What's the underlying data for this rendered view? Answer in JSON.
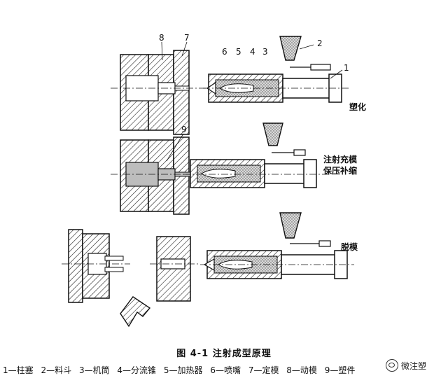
{
  "figure": {
    "part_numbers": [
      "1",
      "2",
      "3",
      "4",
      "5",
      "6",
      "7",
      "8",
      "9"
    ],
    "stage_labels": {
      "plasticizing": "塑化",
      "injection_line1": "注射充模",
      "injection_line2": "保压补缩",
      "ejection": "脱模"
    },
    "caption": "图 4-1    注射成型原理",
    "legend": [
      "1—柱塞",
      "2—料斗",
      "3—机筒",
      "4—分流锥",
      "5—加热器",
      "6—喷嘴",
      "7—定模",
      "8—动模",
      "9—塑件"
    ],
    "watermark": "微注塑"
  },
  "colors": {
    "line": "#111111",
    "hatch": "#222222",
    "shade": "#bdbdbd",
    "background": "#ffffff"
  }
}
